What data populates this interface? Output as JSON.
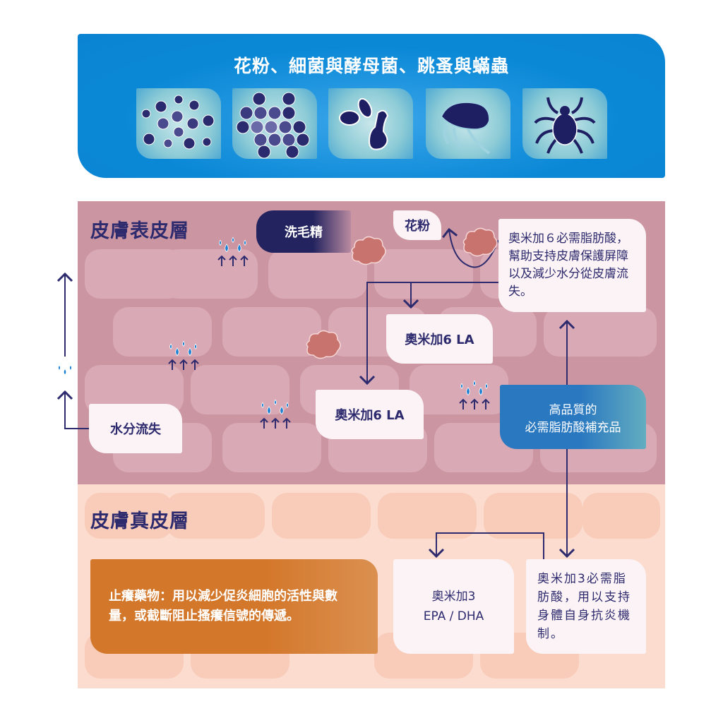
{
  "banner": {
    "title": "花粉、細菌與酵母菌、跳蚤與蟎蟲",
    "icons": [
      "pollen-icon",
      "bacteria-cluster-icon",
      "yeast-icon",
      "flea-icon",
      "mite-icon"
    ]
  },
  "epidermis": {
    "title": "皮膚表皮層",
    "shampoo": "洗毛精",
    "pollen": "花粉",
    "omega6_desc": "奧米加６必需脂肪酸，幫助支持皮膚保護屏障以及減少水分從皮膚流失。",
    "omega6_la_1": "奧米加6 LA",
    "omega6_la_2": "奧米加6 LA",
    "water_loss": "水分流失",
    "supplement_line1": "高品質的",
    "supplement_line2": "必需脂肪酸補充品"
  },
  "dermis": {
    "title": "皮膚真皮層",
    "antiitch": "止癢藥物：用以減少促炎細胞的活性與數量，或截斷阻止搔癢信號的傳遞。",
    "omega3_line1": "奧米加3",
    "omega3_line2": "EPA / DHA",
    "omega3_desc": "奧米加3必需脂肪酸，用以支持身體自身抗炎機制。"
  },
  "colors": {
    "navy": "#2d2a6e",
    "blue": "#0a88d6",
    "epidermis": "#cc95a2",
    "dermis": "#fbdccf",
    "orange": "#d3782a"
  }
}
